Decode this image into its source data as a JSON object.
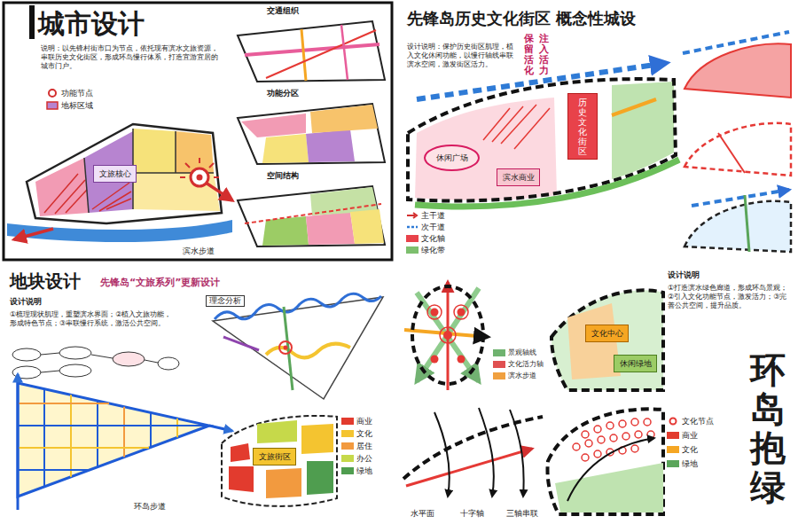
{
  "diagram": {
    "title": "城市设计",
    "nodes": [
      {
        "text": [
          "文旅核心"
        ]
      },
      {
        "text": [
          "历史文化街区"
        ]
      },
      {
        "text": [
          "休闲广场"
        ]
      },
      {
        "text": [
          "滨水商业"
        ]
      },
      {
        "text": [
          "文旅街区"
        ]
      },
      {
        "text": [
          "文化中心"
        ]
      },
      {
        "text": [
          "休闲绿地"
        ]
      }
    ],
    "labels": [
      "说明：以先锋村街市口为节点，依托现有滨水文旅资源，串联历史文化街区，形成环岛慢行体系，打造宜游宜居的城市门户。",
      "交通组织",
      "功能分区",
      "空间结构",
      "滨水步道",
      "先锋岛历史文化街区 概念性城设",
      "设计说明：保护历史街区肌理，植入文化休闲功能，以慢行轴线串联滨水空间，激发街区活力。",
      "保留活化",
      "注入活力",
      "地块设计",
      "先锋岛“文旅系列”更新设计",
      "设计说明",
      "①梳理现状肌理，重塑滨水界面；②植入文旅功能，形成特色节点；③串联慢行系统，激活公共空间。",
      "理念分析",
      "环岛步道",
      "设计说明",
      "①打造滨水绿色廊道，形成环岛景观；②引入文化功能节点，激发活力；③完善公共空间，提升品质。",
      "环岛抱绿",
      "水平面",
      "十字轴",
      "三轴串联"
    ],
    "legend": [
      {
        "text": "功能节点"
      },
      {
        "text": "地标区域"
      },
      {
        "text": "主干道"
      },
      {
        "text": "次干道"
      },
      {
        "text": "文化轴",
        "color": "#e8424a"
      },
      {
        "text": "绿化带",
        "color": "#7dbf6e"
      },
      {
        "text": "商业",
        "color": "#e23b2e"
      },
      {
        "text": "文化",
        "color": "#f4c430"
      },
      {
        "text": "居住",
        "color": "#f29a3f"
      },
      {
        "text": "办公",
        "color": "#c6d94a"
      },
      {
        "text": "绿地",
        "color": "#4f9d4f"
      },
      {
        "text": "景观轴线",
        "color": "#6fb36f"
      },
      {
        "text": "文化活力轴",
        "color": "#e05050"
      },
      {
        "text": "滨水步道",
        "color": "#f0a040"
      },
      {
        "text": "文化节点"
      },
      {
        "text": "商业",
        "color": "#e23b2e"
      },
      {
        "text": "文化",
        "color": "#f5a623"
      },
      {
        "text": "绿地",
        "color": "#5aa55a"
      }
    ]
  }
}
